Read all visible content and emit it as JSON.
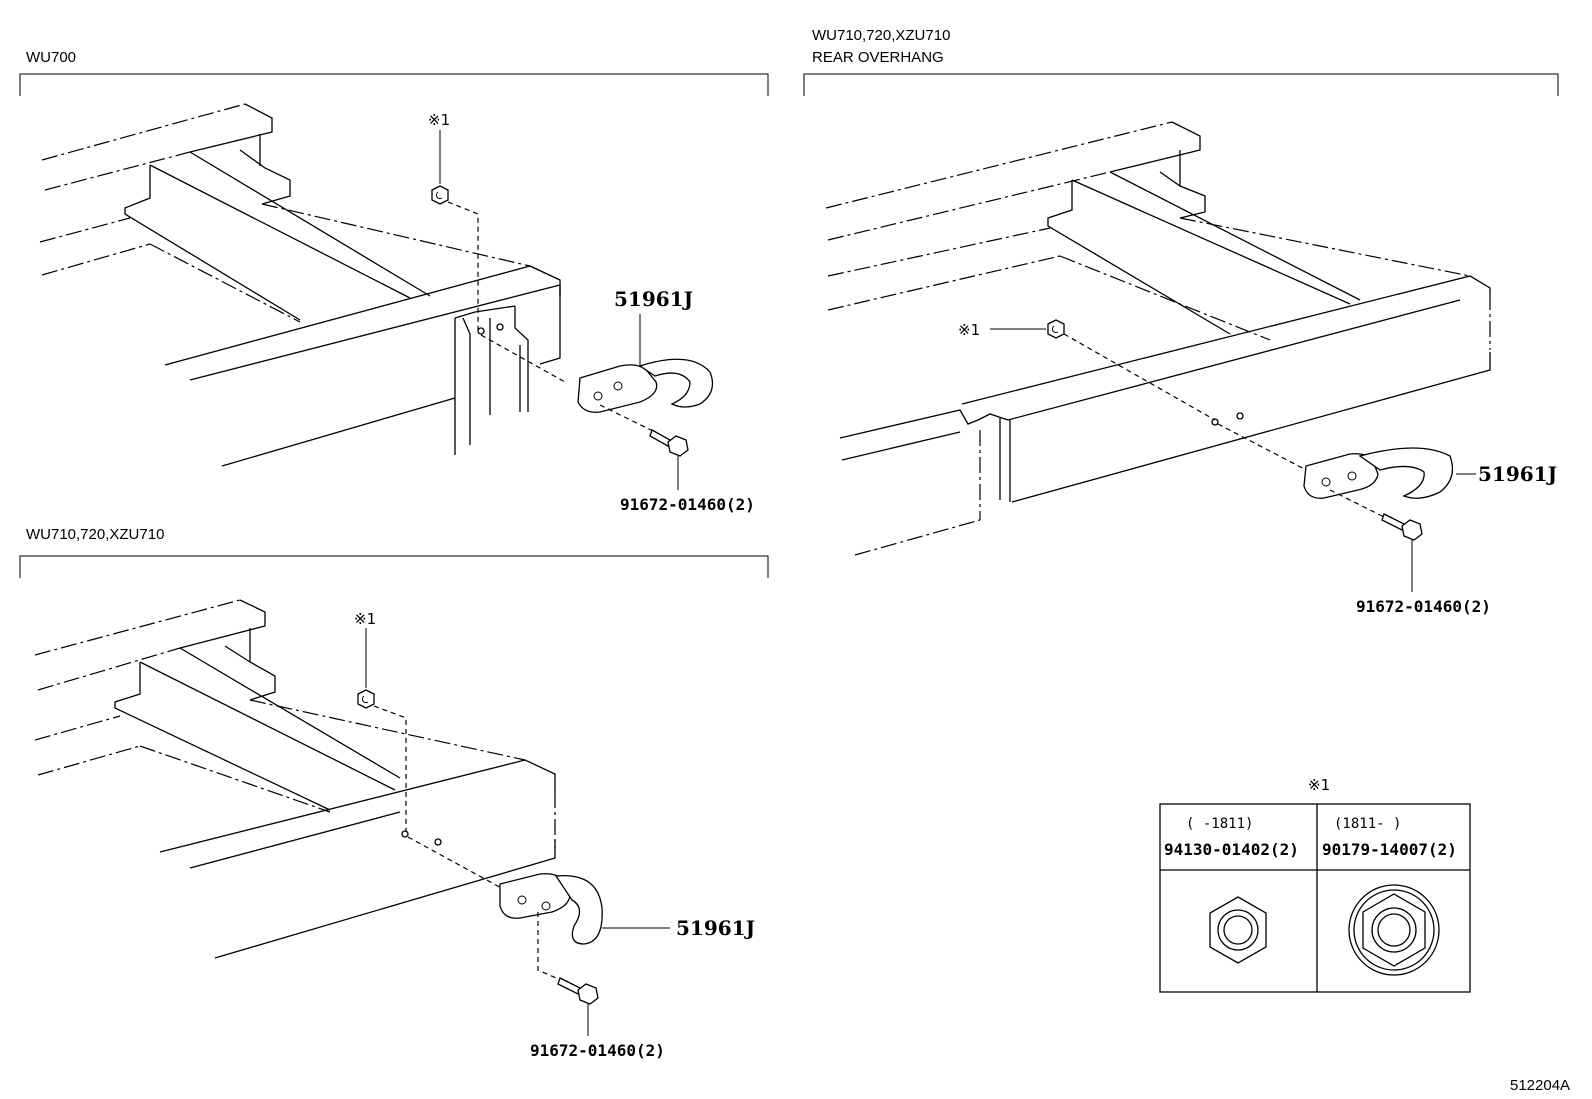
{
  "sections": {
    "top_left": {
      "title": "WU700"
    },
    "bottom_left": {
      "title": "WU710,720,XZU710"
    },
    "top_right": {
      "title_line1": "WU710,720,XZU710",
      "title_line2": "REAR OVERHANG"
    }
  },
  "callouts": {
    "nut_ref": "※1",
    "hook_part": "51961J",
    "bolt_part": "91672-01460(2)"
  },
  "legend": {
    "title": "※1",
    "columns": [
      {
        "range": "(     -1811)",
        "part": "94130-01402(2)"
      },
      {
        "range": "(1811-     )",
        "part": "90179-14007(2)"
      }
    ]
  },
  "diagram_id": "512204A"
}
